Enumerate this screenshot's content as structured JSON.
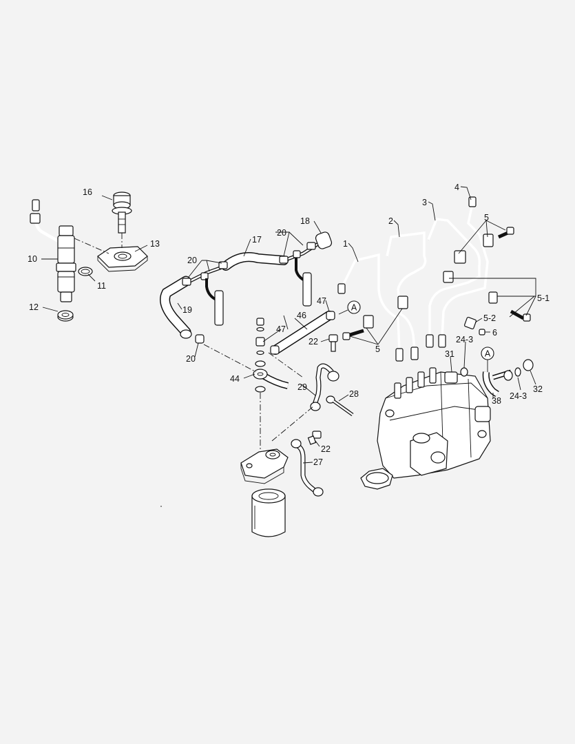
{
  "colors": {
    "background": "#f3f3f3",
    "line": "#111111",
    "part_fill": "#ffffff"
  },
  "callouts": {
    "c16": "16",
    "c13": "13",
    "c10": "10",
    "c11": "11",
    "c12": "12",
    "c17": "17",
    "c18": "18",
    "c20a": "20",
    "c20b": "20",
    "c20c": "20",
    "c19": "19",
    "c46": "46",
    "c47a": "47",
    "c47b": "47",
    "c22a": "22",
    "c44": "44",
    "c29": "29",
    "c28": "28",
    "c22b": "22",
    "c27": "27",
    "c1": "1",
    "c2": "2",
    "c3": "3",
    "c4": "4",
    "c5a": "5",
    "c5b": "5",
    "c5_1": "5-1",
    "c5_2": "5-2",
    "c6": "6",
    "c24_3a": "24-3",
    "c31": "31",
    "c24_3b": "24-3",
    "c32": "32",
    "c38": "38"
  },
  "reference_marks": {
    "ref_a1": "A",
    "ref_a2": "A"
  }
}
